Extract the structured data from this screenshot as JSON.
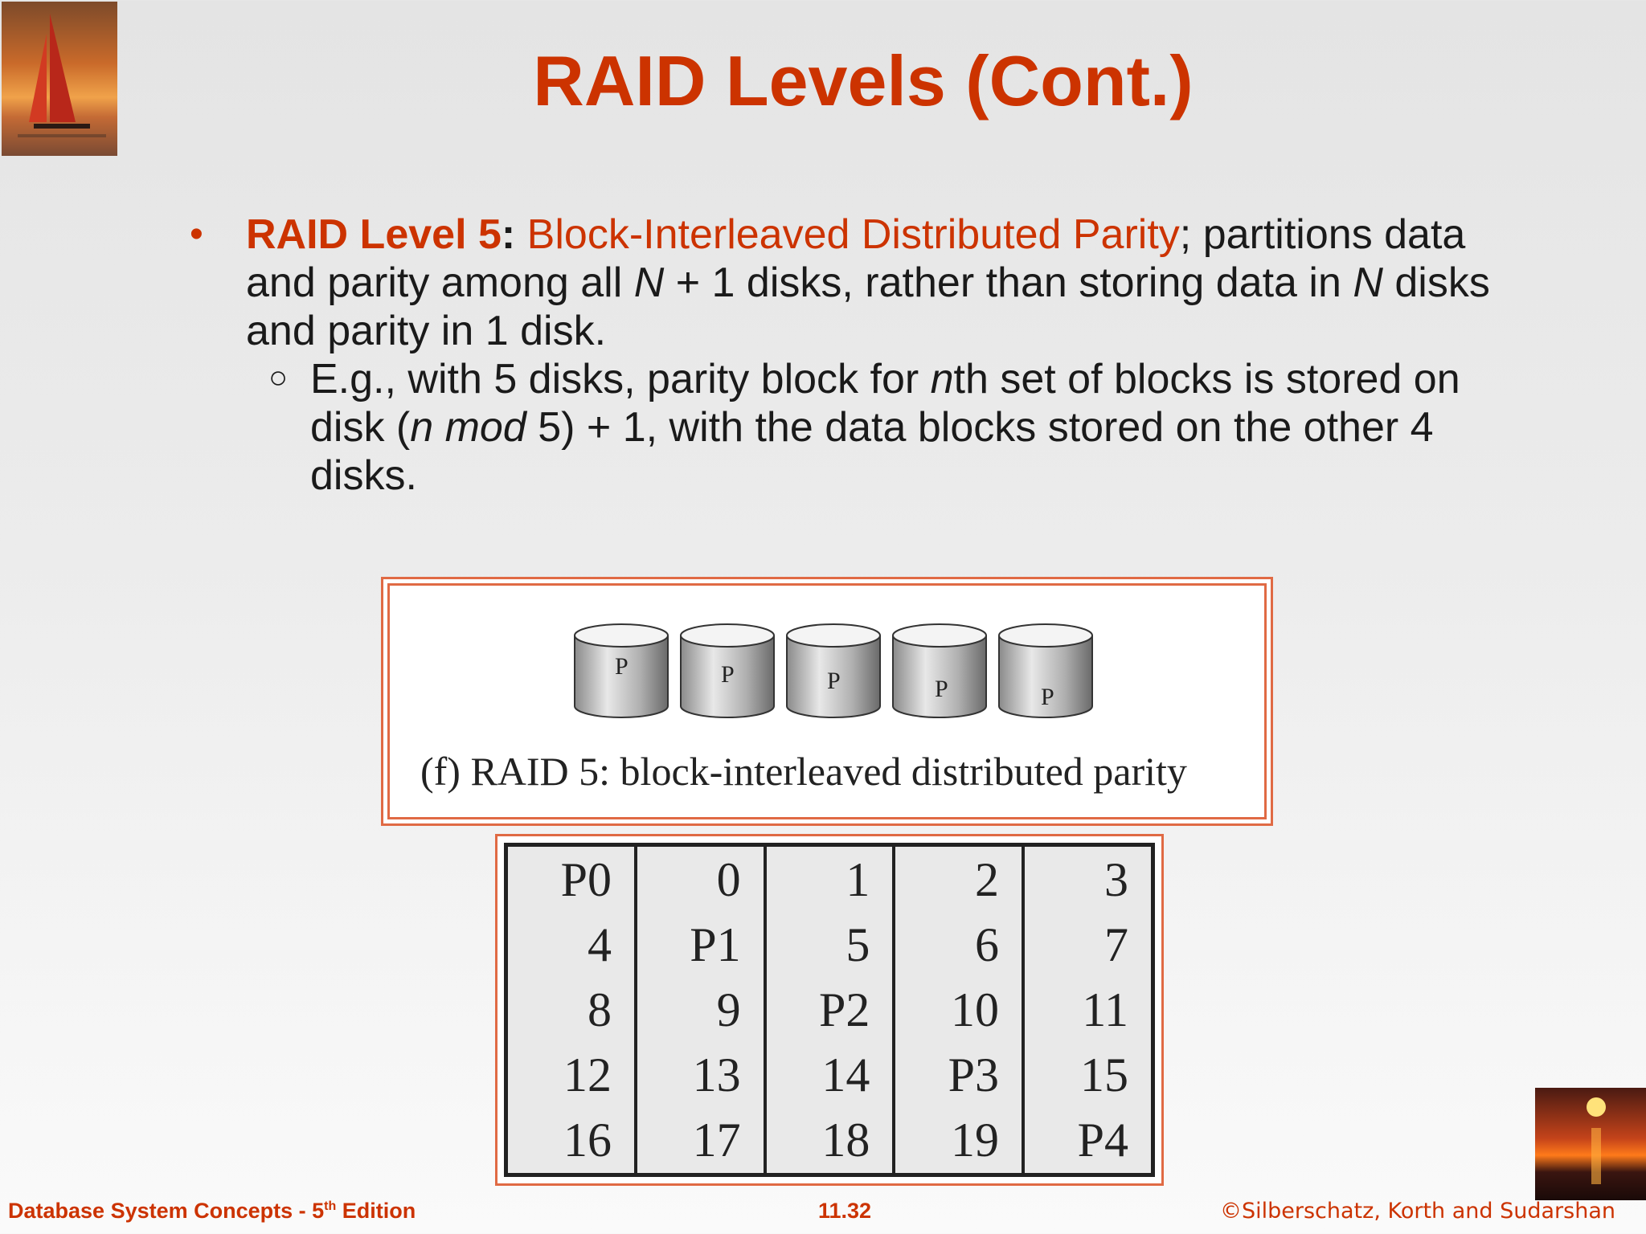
{
  "slide": {
    "title": "RAID Levels (Cont.)",
    "bullet1": {
      "term": "RAID Level 5",
      "colon": ":",
      "subtitle": "Block-Interleaved Distributed Parity",
      "text_a": "; partitions data and parity among all ",
      "N1": "N",
      "text_b": " + 1 disks, rather than storing data in ",
      "N2": "N",
      "text_c": " disks and parity in 1 disk."
    },
    "bullet2": {
      "text_a": "E.g., with 5 disks, parity block for ",
      "n1": "n",
      "text_b": "th set of blocks is stored on disk (",
      "n2": "n mod",
      "text_c": " 5) + 1, with the data blocks stored on the other 4 disks."
    }
  },
  "figure": {
    "disk_labels": [
      "P",
      "P",
      "P",
      "P",
      "P"
    ],
    "caption": "(f) RAID 5: block-interleaved distributed parity"
  },
  "block_table": {
    "rows": [
      [
        "P0",
        "0",
        "1",
        "2",
        "3"
      ],
      [
        "4",
        "P1",
        "5",
        "6",
        "7"
      ],
      [
        "8",
        "9",
        "P2",
        "10",
        "11"
      ],
      [
        "12",
        "13",
        "14",
        "P3",
        "15"
      ],
      [
        "16",
        "17",
        "18",
        "19",
        "P4"
      ]
    ]
  },
  "footer": {
    "left_pre": "Database System Concepts - 5",
    "left_sup": "th",
    "left_post": " Edition",
    "page": "11.32",
    "right": "©Silberschatz, Korth and Sudarshan"
  },
  "colors": {
    "accent": "#cc3300",
    "frame": "#e06a44"
  }
}
